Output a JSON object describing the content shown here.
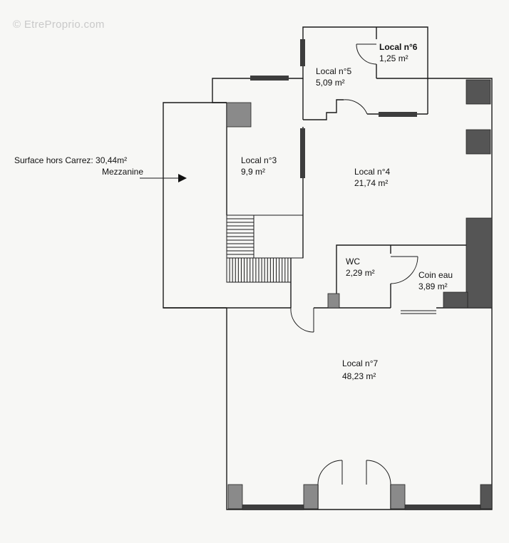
{
  "watermark": "© EtreProprio.com",
  "mezzanine": {
    "surface_label": "Surface hors Carrez: 30,44m²",
    "name": "Mezzanine"
  },
  "rooms": [
    {
      "id": "local-6",
      "name": "Local n°6",
      "area": "1,25  m²"
    },
    {
      "id": "local-5",
      "name": "Local n°5",
      "area": "5,09  m²"
    },
    {
      "id": "local-3",
      "name": "Local n°3",
      "area": "9,9  m²"
    },
    {
      "id": "local-4",
      "name": "Local n°4",
      "area": "21,74  m²"
    },
    {
      "id": "wc",
      "name": "WC",
      "area": "2,29  m²"
    },
    {
      "id": "coin-eau",
      "name": "Coin eau",
      "area": "3,89  m²"
    },
    {
      "id": "local-7",
      "name": "Local n°7",
      "area": "48,23  m²"
    }
  ]
}
